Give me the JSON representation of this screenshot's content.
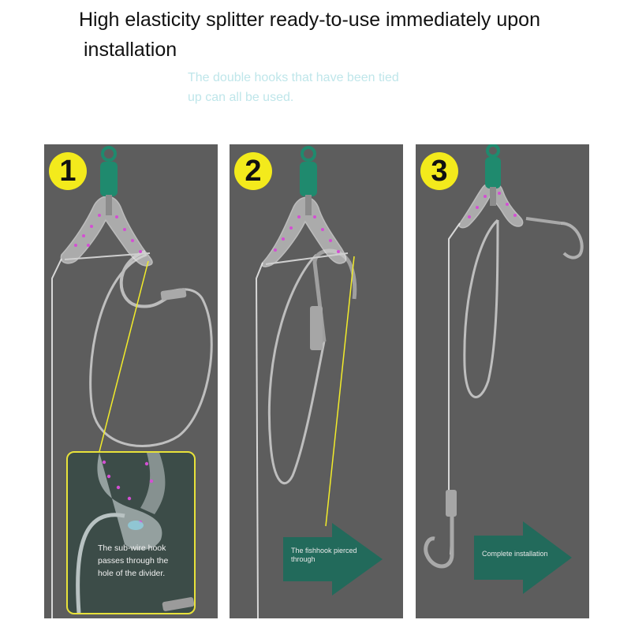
{
  "headline": {
    "line1": "High elasticity splitter ready-to-use immediately upon",
    "line2": "installation"
  },
  "subtitle": {
    "line1": "The double hooks that have been tied",
    "line2": "up can all be used."
  },
  "steps": [
    {
      "number": "1",
      "caption_lines": [
        "The sub-wire hook",
        "passes through the",
        "hole of the divider."
      ]
    },
    {
      "number": "2",
      "arrow_label_lines": [
        "The fishhook pierced",
        "through"
      ]
    },
    {
      "number": "3",
      "arrow_label": "Complete installation"
    }
  ],
  "colors": {
    "panel": "#5d5d5d",
    "badge": "#f3ea1c",
    "swivel": "#1f8a6e",
    "arrow": "#1d6b5b",
    "pointer_line": "#f2ec2a",
    "inset_border": "#e8e23a"
  }
}
